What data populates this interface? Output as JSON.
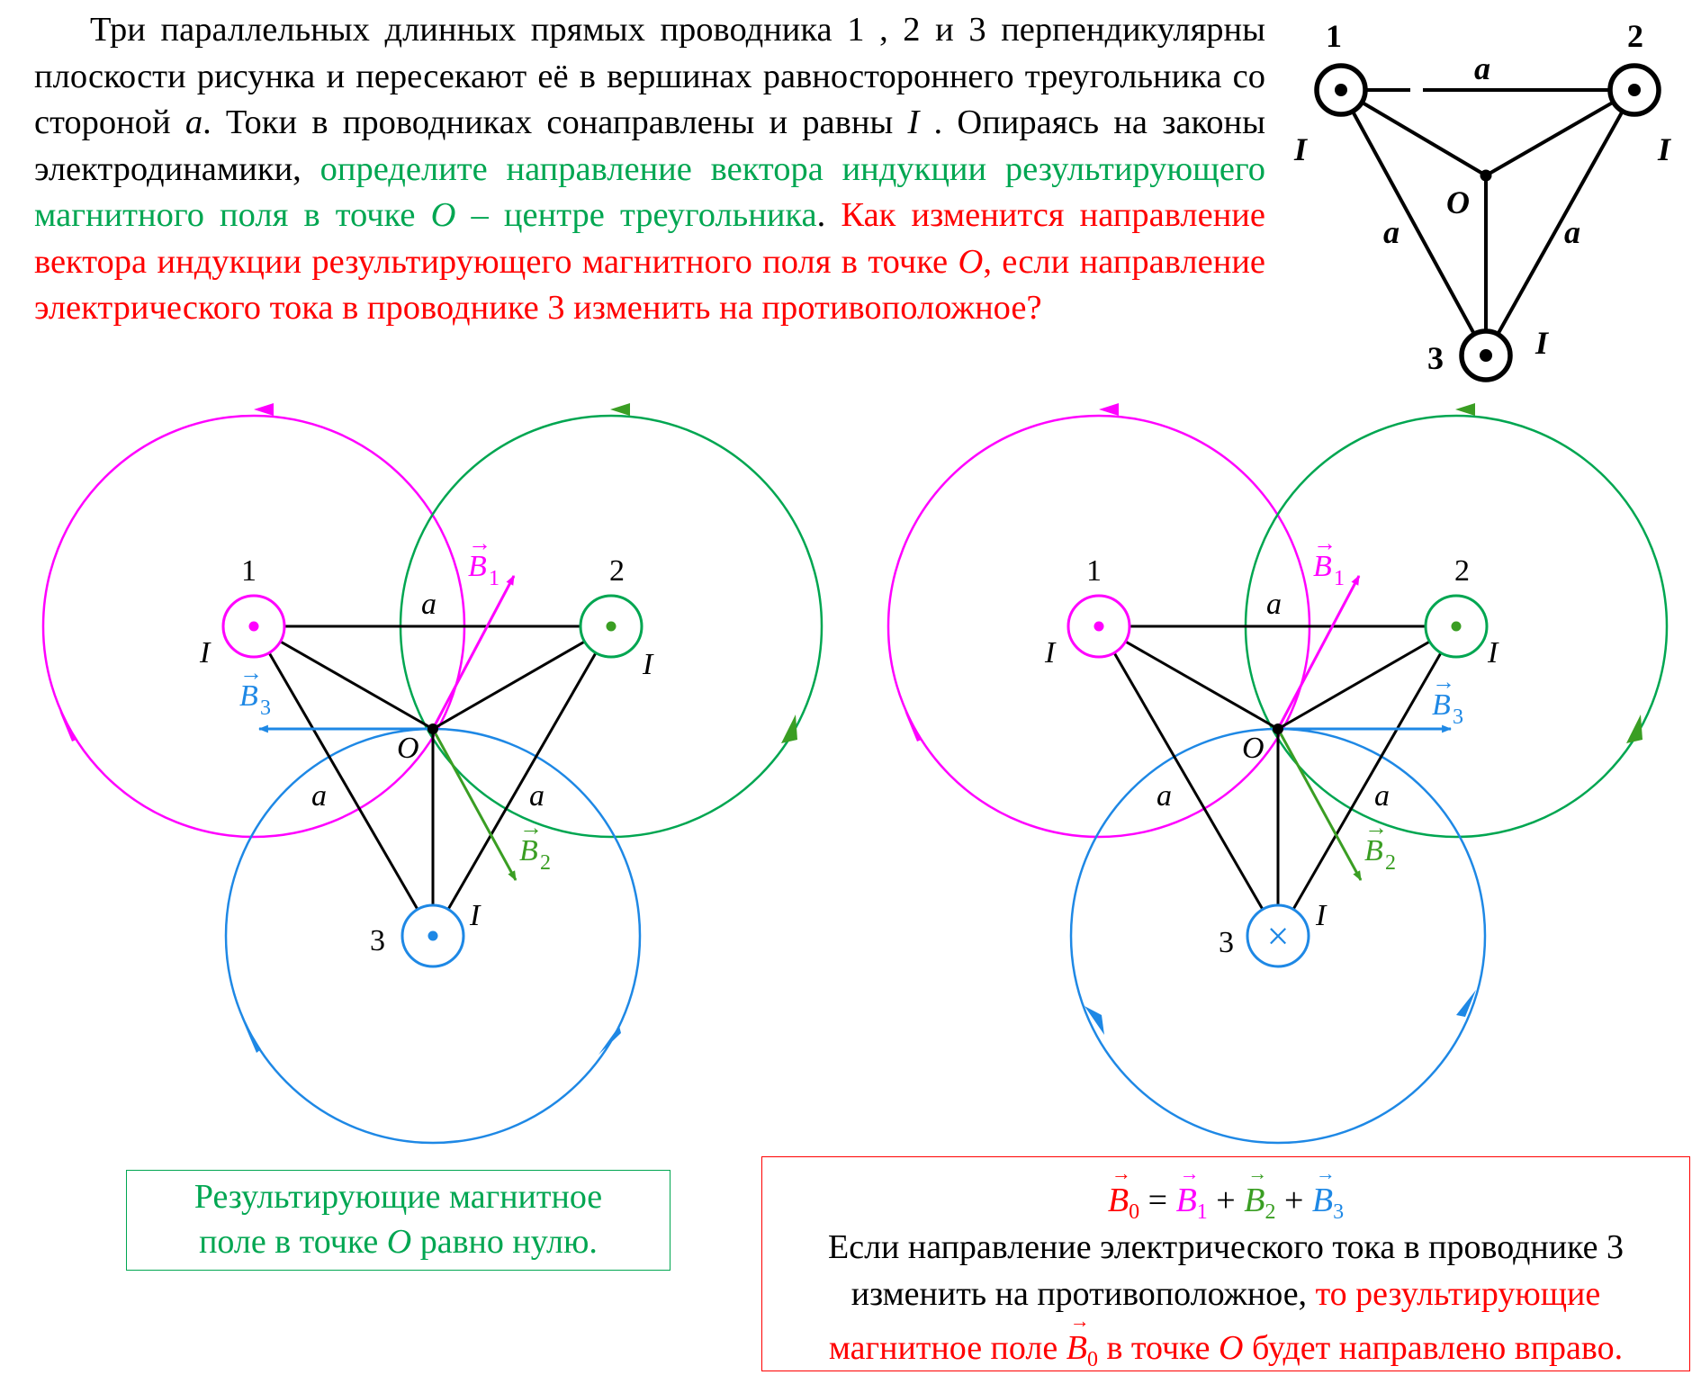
{
  "problem": {
    "black_text": "Три параллельных длинных прямых проводника 1 , 2 и 3 перпендикулярны плоскости рисунка и пересекают её в вершинах равностороннего треугольника со стороной ",
    "side_var": "a",
    "black_text_2": ". Токи в проводниках сонаправлены и равны ",
    "current_var": "I",
    "black_text_3": " . Опираясь на законы электродинамики, ",
    "green_text": "определите направление вектора индукции результирующего магнитного поля в точке ",
    "point_var": "O",
    "green_text_2": " – центре треугольника",
    "period": ".",
    "red_text": " Как изменится направление вектора индукции результирующего магнитного поля в точке ",
    "red_text_2": ", если направление электрического тока в проводнике 3 изменить на противоположное?"
  },
  "labels": {
    "n1": "1",
    "n2": "2",
    "n3": "3",
    "side": "a",
    "current": "I",
    "center": "O",
    "B": "B",
    "sub1": "1",
    "sub2": "2",
    "sub3": "3",
    "sub0": "0",
    "cross": "×"
  },
  "colors": {
    "wire1": "#ff00ff",
    "wire2": "#00a651",
    "wire2_dot": "#3a9e23",
    "wire3": "#1e88e5",
    "answer_green": "#00a651",
    "answer_red": "#ff0000",
    "line": "#000000"
  },
  "box_left": {
    "line1": "Результирующие магнитное",
    "line2a": "поле в точке ",
    "line2b": "O",
    "line2c": " равно нулю."
  },
  "box_right": {
    "eq_eq": " = ",
    "eq_plus": " + ",
    "line2": "Если направление электрического тока в проводнике 3",
    "line3a": "изменить на противоположное, ",
    "line3b": "то результирующие",
    "line4a": "магнитное поле ",
    "line4b": " в точке ",
    "line4c": "O",
    "line4d": " будет направлено вправо."
  }
}
